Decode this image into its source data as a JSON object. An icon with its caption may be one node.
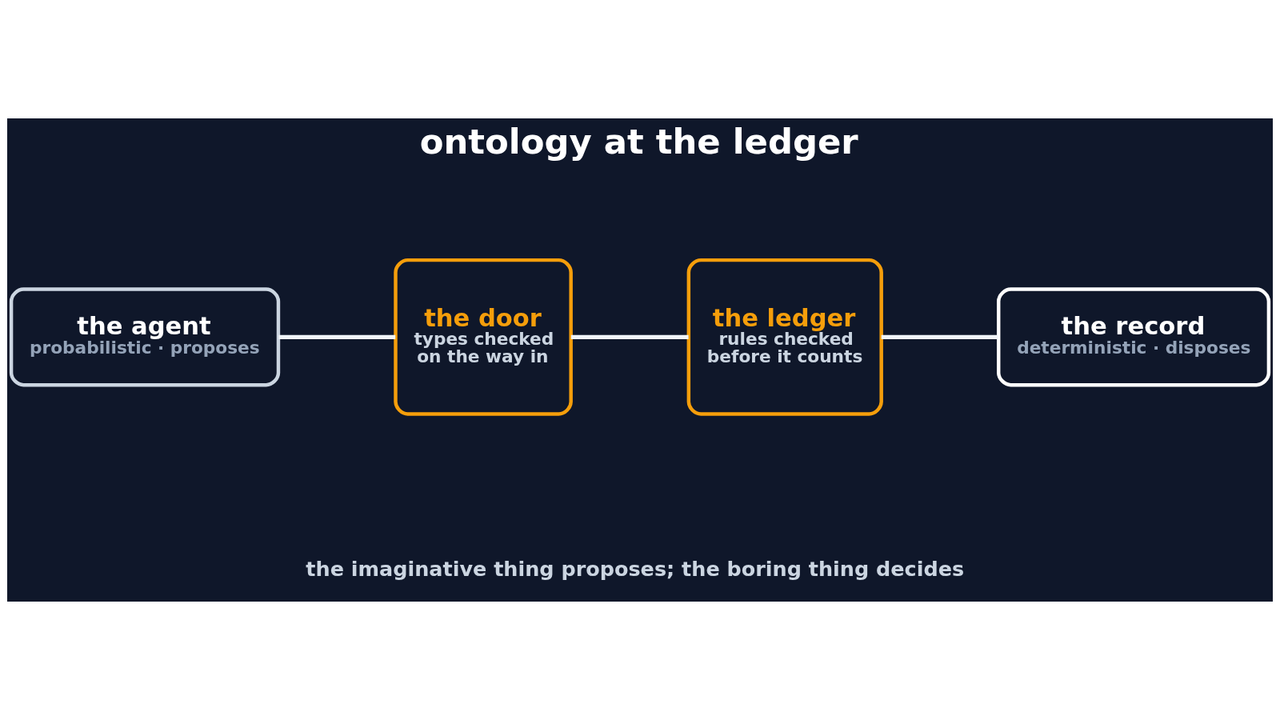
{
  "diagram": {
    "title": "ontology at the ledger",
    "nodes": [
      {
        "text": [
          "the agent",
          "probabilistic · proposes"
        ]
      },
      {
        "text": [
          "the door",
          "types checked on the way in"
        ]
      },
      {
        "text": [
          "the ledger",
          "rules checked before it counts"
        ]
      },
      {
        "text": [
          "the record",
          "deterministic · disposes"
        ]
      }
    ],
    "edges": [
      {
        "from": 0,
        "to": 1,
        "arrow": "none"
      },
      {
        "from": 1,
        "to": 2,
        "arrow": "none"
      },
      {
        "from": 2,
        "to": 3,
        "arrow": "none"
      }
    ],
    "labels": [
      "the imaginative thing proposes; the boring thing decides"
    ]
  }
}
